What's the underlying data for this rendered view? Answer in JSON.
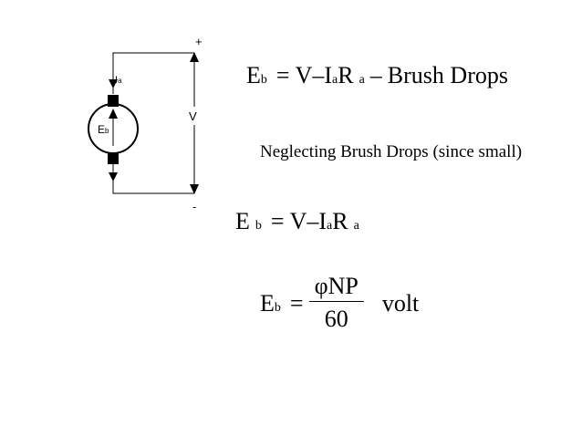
{
  "circuit": {
    "plus_label": "+",
    "minus_label": "-",
    "voltage_label": "V",
    "current_label": "I",
    "current_sub": "a",
    "emf_label": "E",
    "emf_sub": "b"
  },
  "equation1": {
    "E": "E",
    "E_sub": "b",
    "eq": "=",
    "V": "V",
    "minus": "–",
    "I": "I",
    "I_sub": "a",
    "R": "R",
    "R_sub": "a",
    "minus2": "–",
    "tail": "Brush Drops"
  },
  "note": "Neglecting Brush Drops (since small)",
  "equation2": {
    "E": "E",
    "E_sub": "b",
    "eq": "=",
    "V": "V",
    "minus": "–",
    "I": "I",
    "I_sub": "a",
    "R": "R",
    "R_sub": "a"
  },
  "equation3": {
    "E": "E",
    "E_sub": "b",
    "eq": "=",
    "numerator": "φNP",
    "denominator": "60",
    "unit": "volt"
  }
}
